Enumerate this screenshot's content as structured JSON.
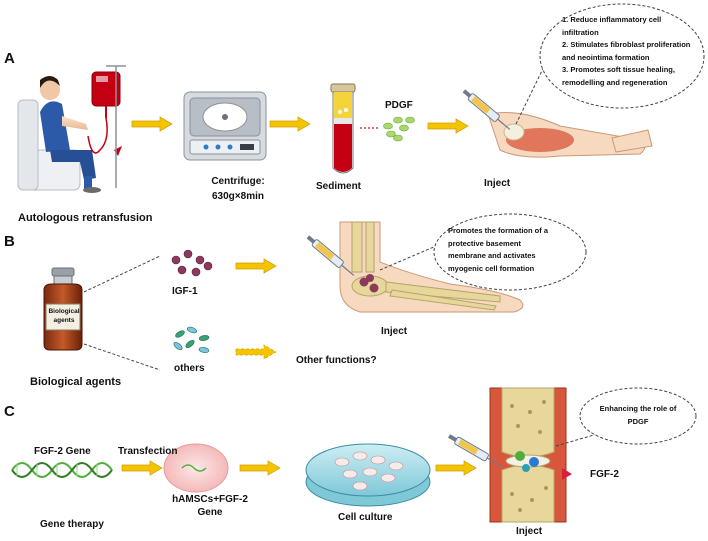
{
  "panels": {
    "a": {
      "letter": "A",
      "bubble_lines": [
        "1. Reduce inflammatory cell",
        "infiltration",
        "2. Stimulates fibroblast proliferation",
        "and neointima formation",
        "3. Promotes soft tissue healing,",
        "remodelling and regeneration"
      ],
      "patient_label": "Autologous retransfusion",
      "centrifuge_label_line1": "Centrifuge:",
      "centrifuge_label_line2": "630g×8min",
      "sediment_label": "Sediment",
      "pdgf_label": "PDGF",
      "inject_label": "Inject"
    },
    "b": {
      "letter": "B",
      "vial_label_line1": "Biological",
      "vial_label_line2": "agents",
      "igf_label": "IGF-1",
      "others_label": "others",
      "bubble_lines": [
        "Promotes the formation of a",
        "protective basement",
        "membrane and activates",
        "myogenic cell formation"
      ],
      "inject_label": "Inject",
      "other_functions_label": "Other functions?",
      "biological_agents_label": "Biological agents"
    },
    "c": {
      "letter": "C",
      "gene_label": "FGF-2 Gene",
      "transfection_label": "Transfection",
      "cell_label_line1": "hAMSCs+FGF-2",
      "cell_label_line2": "Gene",
      "culture_label": "Cell culture",
      "bubble_lines": [
        "Enhancing the role of",
        "PDGF"
      ],
      "fgf2_label": "FGF-2",
      "gene_therapy_label": "Gene therapy",
      "inject_label": "Inject"
    }
  },
  "colors": {
    "arrow": "#f5c400",
    "arrow_edge": "#d39a00",
    "blood": "#c40012",
    "plasma": "#f4d33b",
    "muscle": "#d8563c",
    "bone": "#e8d79a",
    "skin": "#f7d9c0",
    "scrubs": "#2d5aa8",
    "pdgf_dots": "#a9d86b",
    "igf_dots": "#8a3a5c",
    "others_dots": "#3aa07a",
    "dish": "#a9dde8",
    "cell": "#f9cfcf",
    "dna": "#4fae3b"
  },
  "icons": [
    "iv-bag-icon",
    "centrifuge-icon",
    "test-tube-icon",
    "syringe-icon",
    "vial-icon",
    "dna-icon",
    "petri-dish-icon",
    "cell-icon"
  ]
}
